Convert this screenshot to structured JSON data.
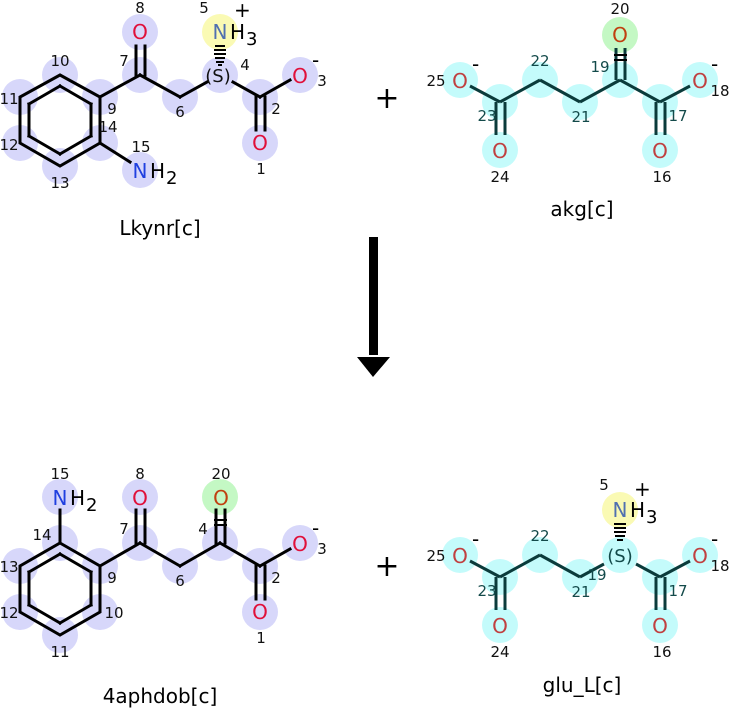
{
  "reaction": {
    "plus_symbol": "+",
    "arrow_direction": "down",
    "arrow_icon": "down-arrow-icon"
  },
  "colors": {
    "highlight_lavender": "#d7d7fa",
    "highlight_cyan": "#c4fbfb",
    "highlight_yellow": "#fafab4",
    "highlight_green": "#c4f8c4",
    "oxygen_red": "#e0103a",
    "oxygen_red_muted": "#c04040",
    "oxygen_orange": "#c04010",
    "nitrogen_blue": "#2040e0",
    "nitrogen_muted": "#5070b0"
  },
  "molecules": {
    "lkynr": {
      "name": "Lkynr[c]",
      "stereo_label": "(S)",
      "atoms": {
        "O8": {
          "symbol": "O",
          "index": "8"
        },
        "N5": {
          "symbol": "N",
          "suffix": "H",
          "sub": "3",
          "charge": "+",
          "index": "5"
        },
        "C7": {
          "index": "7"
        },
        "C4": {
          "index": "4"
        },
        "C6": {
          "index": "6"
        },
        "C2": {
          "index": "2"
        },
        "O3": {
          "symbol": "O",
          "charge": "-",
          "index": "3"
        },
        "O1": {
          "symbol": "O",
          "index": "1"
        },
        "C9": {
          "index": "9"
        },
        "C10": {
          "index": "10"
        },
        "C11": {
          "index": "11"
        },
        "C12": {
          "index": "12"
        },
        "C13": {
          "index": "13"
        },
        "C14": {
          "index": "14"
        },
        "N15": {
          "symbol": "N",
          "suffix": "H",
          "sub": "2",
          "index": "15"
        }
      }
    },
    "akg": {
      "name": "akg[c]",
      "atoms": {
        "O25": {
          "symbol": "O",
          "charge": "-",
          "index": "25"
        },
        "C23": {
          "index": "23"
        },
        "O24": {
          "symbol": "O",
          "index": "24"
        },
        "C22": {
          "index": "22"
        },
        "C21": {
          "index": "21"
        },
        "C19": {
          "index": "19"
        },
        "O20": {
          "symbol": "O",
          "index": "20"
        },
        "C17": {
          "index": "17"
        },
        "O16": {
          "symbol": "O",
          "index": "16"
        },
        "O18": {
          "symbol": "O",
          "charge": "-",
          "index": "18"
        }
      }
    },
    "aphdob": {
      "name": "4aphdob[c]",
      "atoms": {
        "N15": {
          "symbol": "N",
          "suffix": "H",
          "sub": "2",
          "index": "15"
        },
        "O8": {
          "symbol": "O",
          "index": "8"
        },
        "O20": {
          "symbol": "O",
          "index": "20"
        },
        "C14": {
          "index": "14"
        },
        "C7": {
          "index": "7"
        },
        "C4": {
          "index": "4"
        },
        "O3": {
          "symbol": "O",
          "charge": "-",
          "index": "3"
        },
        "C13": {
          "index": "13"
        },
        "C9": {
          "index": "9"
        },
        "C6": {
          "index": "6"
        },
        "C2": {
          "index": "2"
        },
        "C12": {
          "index": "12"
        },
        "C10": {
          "index": "10"
        },
        "O1": {
          "symbol": "O",
          "index": "1"
        },
        "C11": {
          "index": "11"
        }
      }
    },
    "glu": {
      "name": "glu_L[c]",
      "stereo_label": "(S)",
      "atoms": {
        "N5": {
          "symbol": "N",
          "suffix": "H",
          "sub": "3",
          "charge": "+",
          "index": "5"
        },
        "O25": {
          "symbol": "O",
          "charge": "-",
          "index": "25"
        },
        "C23": {
          "index": "23"
        },
        "C22": {
          "index": "22"
        },
        "C21": {
          "index": "21"
        },
        "C19": {
          "index": "19"
        },
        "C17": {
          "index": "17"
        },
        "O18": {
          "symbol": "O",
          "charge": "-",
          "index": "18"
        },
        "O24": {
          "symbol": "O",
          "index": "24"
        },
        "O16": {
          "symbol": "O",
          "index": "16"
        }
      }
    }
  }
}
